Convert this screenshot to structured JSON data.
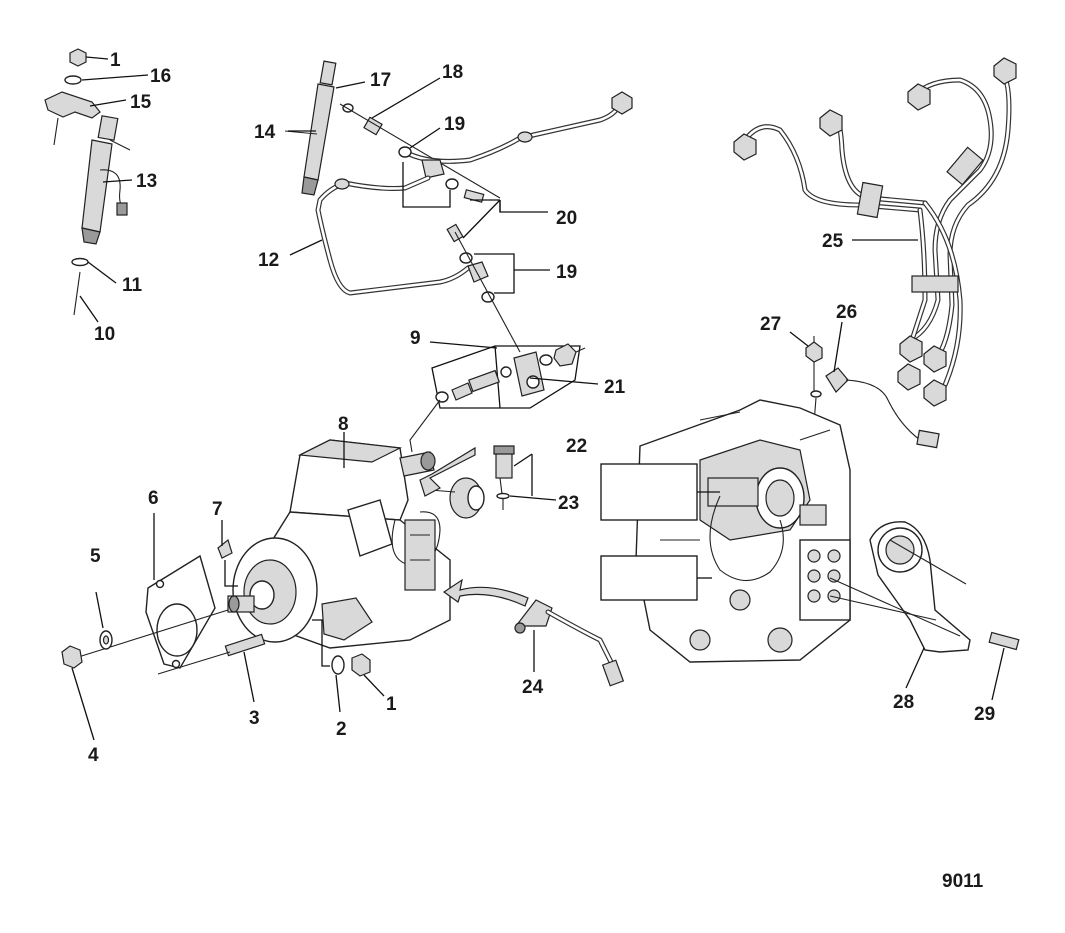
{
  "figure_number": "9011",
  "callouts": [
    {
      "id": "c1a",
      "label": "1"
    },
    {
      "id": "c16",
      "label": "16"
    },
    {
      "id": "c15",
      "label": "15"
    },
    {
      "id": "c13",
      "label": "13"
    },
    {
      "id": "c11",
      "label": "11"
    },
    {
      "id": "c10",
      "label": "10"
    },
    {
      "id": "c17",
      "label": "17"
    },
    {
      "id": "c18",
      "label": "18"
    },
    {
      "id": "c14",
      "label": "14"
    },
    {
      "id": "c19a",
      "label": "19"
    },
    {
      "id": "c20",
      "label": "20"
    },
    {
      "id": "c12",
      "label": "12"
    },
    {
      "id": "c19b",
      "label": "19"
    },
    {
      "id": "c9",
      "label": "9"
    },
    {
      "id": "c21",
      "label": "21"
    },
    {
      "id": "c8",
      "label": "8"
    },
    {
      "id": "c22",
      "label": "22"
    },
    {
      "id": "c23",
      "label": "23"
    },
    {
      "id": "c6",
      "label": "6"
    },
    {
      "id": "c7",
      "label": "7"
    },
    {
      "id": "c5",
      "label": "5"
    },
    {
      "id": "c4",
      "label": "4"
    },
    {
      "id": "c3",
      "label": "3"
    },
    {
      "id": "c2",
      "label": "2"
    },
    {
      "id": "c1b",
      "label": "1"
    },
    {
      "id": "c24",
      "label": "24"
    },
    {
      "id": "c25",
      "label": "25"
    },
    {
      "id": "c27",
      "label": "27"
    },
    {
      "id": "c26",
      "label": "26"
    },
    {
      "id": "c28",
      "label": "28"
    },
    {
      "id": "c29",
      "label": "29"
    }
  ]
}
